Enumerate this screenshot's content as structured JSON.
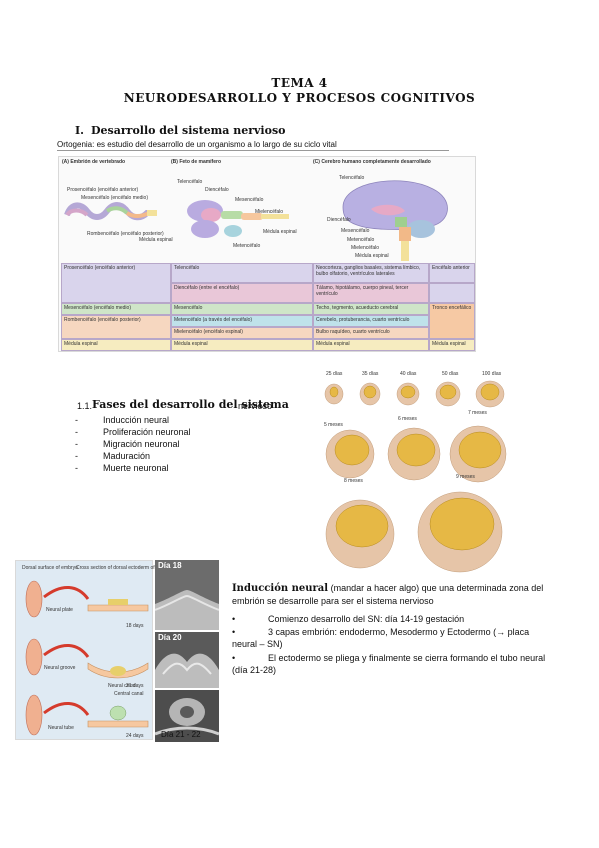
{
  "header": {
    "title": "TEMA 4",
    "subtitle": "NEURODESARROLLO Y PROCESOS COGNITIVOS"
  },
  "section1": {
    "number": "I.",
    "heading": "Desarrollo del sistema nervioso",
    "ontogeny": "Ortogenia: es estudio del desarrollo de un organismo a lo largo de su ciclo vital"
  },
  "figure_table": {
    "panel_a_title": "(A) Embrión de vertebrado",
    "panel_b_title": "(B) Feto de mamífero",
    "panel_c_title": "(C) Cerebro humano completamente desarrollado",
    "panel_a_labels": [
      "Prosencéfalo (encéfalo anterior)",
      "Mesencéfalo (encéfalo medio)",
      "Rombencéfalo (encéfalo posterior)",
      "Médula espinal"
    ],
    "panel_b_labels": [
      "Telencéfalo",
      "Diencéfalo",
      "Mesencéfalo",
      "Mielencéfalo",
      "Médula espinal",
      "Metencéfalo"
    ],
    "panel_c_labels": [
      "Telencéfalo",
      "Diencéfalo",
      "Mesencéfalo",
      "Metencéfalo",
      "Mielencéfalo",
      "Médula espinal"
    ],
    "rows": [
      {
        "col1": "Prosencéfalo (encéfalo anterior)",
        "col2": "Telencéfalo",
        "col3": "Neocorteza, ganglios basales, sistema límbico, bulbo olfatorio, ventrículos laterales",
        "col4": "Encéfalo anterior",
        "color": "#d9d4ec"
      },
      {
        "col1": "",
        "col2": "Diencéfalo (entre el encéfalo)",
        "col3": "Tálamo, hipotálamo, cuerpo pineal, tercer ventrículo",
        "col4": "",
        "color": "#e9c7d8"
      },
      {
        "col1": "Mesencéfalo (encéfalo medio)",
        "col2": "Mesencéfalo",
        "col3": "Techo, tegmento, acueducto cerebral",
        "col4": "Tronco encefálico",
        "color": "#cfe5c8"
      },
      {
        "col1": "Rombencéfalo (encéfalo posterior)",
        "col2": "Metencéfalo (a través del encéfalo)",
        "col3": "Cerebelo, protuberancia, cuarto ventrículo",
        "col4": "",
        "color": "#bfe2ea"
      },
      {
        "col1": "",
        "col2": "Mielencéfalo (encéfalo espinal)",
        "col3": "Bulbo raquídeo, cuarto ventrículo",
        "col4": "",
        "color": "#f6d7c0"
      },
      {
        "col1": "Médula espinal",
        "col2": "Médula espinal",
        "col3": "Médula espinal",
        "col4": "Médula espinal",
        "color": "#f6ecc0"
      }
    ]
  },
  "section1_1": {
    "number": "1.1.",
    "heading": "Fases del desarrollo del sistema",
    "heading_tail": "nervioso",
    "items": [
      {
        "bullet": "-",
        "text": "Inducción neural"
      },
      {
        "bullet": "-",
        "text": "Proliferación neuronal"
      },
      {
        "bullet": "-",
        "text": "Migración neuronal"
      },
      {
        "bullet": "-",
        "text": "Maduración"
      },
      {
        "bullet": "-",
        "text": "Muerte neuronal"
      }
    ]
  },
  "brain_growth_figure": {
    "labels": [
      "25 días",
      "35 días",
      "40 días",
      "50 días",
      "100 días",
      "5 meses",
      "6 meses",
      "7 meses",
      "8 meses",
      "9 meses"
    ]
  },
  "neural_figure": {
    "left_header_1": "Dorsal surface of embryo",
    "left_header_2": "Cross section of dorsal ectoderm of embryo",
    "labels": [
      "Neural plate",
      "Neural groove",
      "Neural crest",
      "Central canal",
      "Neural tube"
    ],
    "days": [
      "18 days",
      "21 days",
      "24 days"
    ]
  },
  "micrographs": {
    "labels": [
      "Día 18",
      "Día 20",
      "Día 21 - 22"
    ]
  },
  "induction": {
    "heading": "Inducción neural",
    "intro_tail": "(mandar a hacer algo) que una determinada zona del embrión se desarrolle para ser el sistema nervioso",
    "bullets": [
      "Comienzo desarrollo del SN: día 14-19 gestación",
      "3 capas embrión: endodermo, Mesodermo y Ectodermo (→ placa neural – SN)",
      "El ectodermo se pliega y finalmente se cierra formando el tubo neural (día 21-28)"
    ],
    "bullet_symbol": "•"
  }
}
